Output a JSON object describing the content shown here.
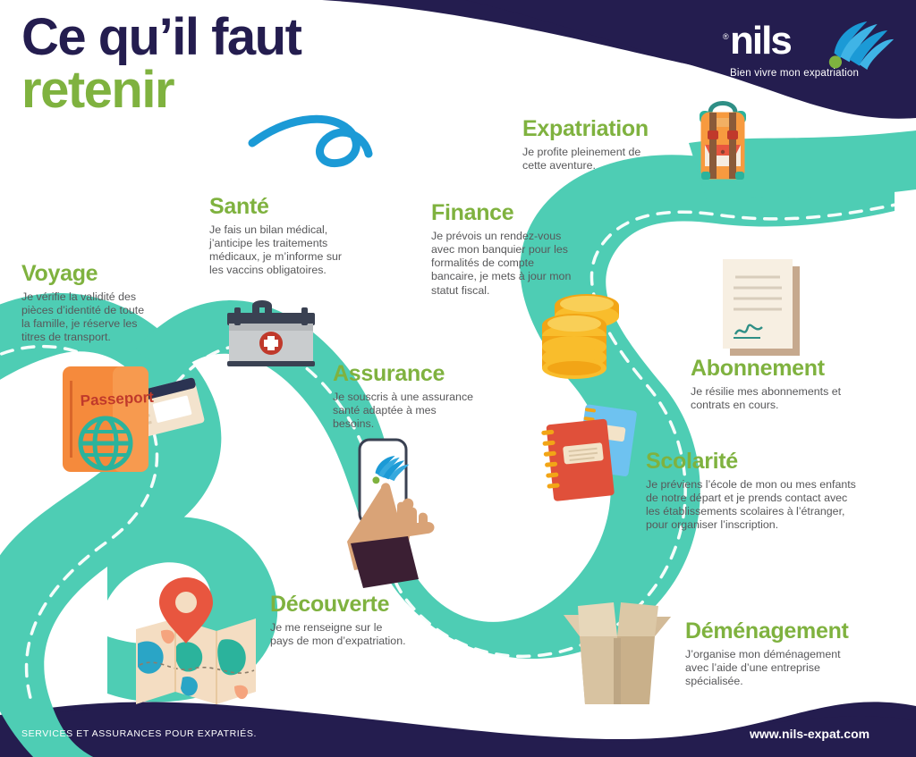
{
  "title": {
    "line1": "Ce qu’il faut",
    "line2": "retenir"
  },
  "logo": {
    "registered": "®",
    "word": "nils",
    "tagline": "Bien vivre mon expatriation"
  },
  "footer": {
    "left": "SERVICES ET ASSURANCES POUR EXPATRIÉS.",
    "right": "www.nils-expat.com"
  },
  "colors": {
    "navy": "#241d4f",
    "green": "#7fb23f",
    "teal": "#4ecdb4",
    "blue": "#1b9ad6",
    "body_text": "#58585a",
    "orange": "#f58a3c",
    "white": "#ffffff"
  },
  "steps": [
    {
      "id": "expatriation",
      "heading": "Expatriation",
      "text": "Je profite pleinement de\ncette aventure.",
      "icon": "backpack-icon"
    },
    {
      "id": "sante",
      "heading": "Santé",
      "text": "Je fais un bilan médical,\nj’anticipe les traitements\nmédicaux, je m’informe sur\nles vaccins obligatoires.",
      "icon": "first-aid-kit-icon"
    },
    {
      "id": "finance",
      "heading": "Finance",
      "text": "Je prévois un rendez-vous\navec mon banquier pour les\nformalités de compte\nbancaire, je mets à jour mon\nstatut fiscal.",
      "icon": "coins-icon"
    },
    {
      "id": "voyage",
      "heading": "Voyage",
      "text": "Je vérifie la validité des\npièces d’identité de toute\nla famille, je réserve les\ntitres de transport.",
      "icon": "passport-icon"
    },
    {
      "id": "assurance",
      "heading": "Assurance",
      "text": "Je souscris à une assurance\nsanté adaptée à mes\nbesoins.",
      "icon": "smartphone-hand-icon"
    },
    {
      "id": "abonnement",
      "heading": "Abonnement",
      "text": "Je résilie mes abonnements et\ncontrats en cours.",
      "icon": "contract-document-icon"
    },
    {
      "id": "scolarite",
      "heading": "Scolarité",
      "text": "Je préviens l’école de mon ou mes enfants\nde notre départ et je prends contact avec\nles établissements scolaires à l’étranger,\npour organiser l’inscription.",
      "icon": "notebooks-icon"
    },
    {
      "id": "decouverte",
      "heading": "Découverte",
      "text": "Je me renseigne sur le\npays de mon d’expatriation.",
      "icon": "map-pin-icon"
    },
    {
      "id": "demenagement",
      "heading": "Déménagement",
      "text": "J’organise mon déménagement\navec l’aide d’une entreprise\nspécialisée.",
      "icon": "cardboard-box-icon"
    }
  ],
  "passport": {
    "label": "Passeport"
  }
}
